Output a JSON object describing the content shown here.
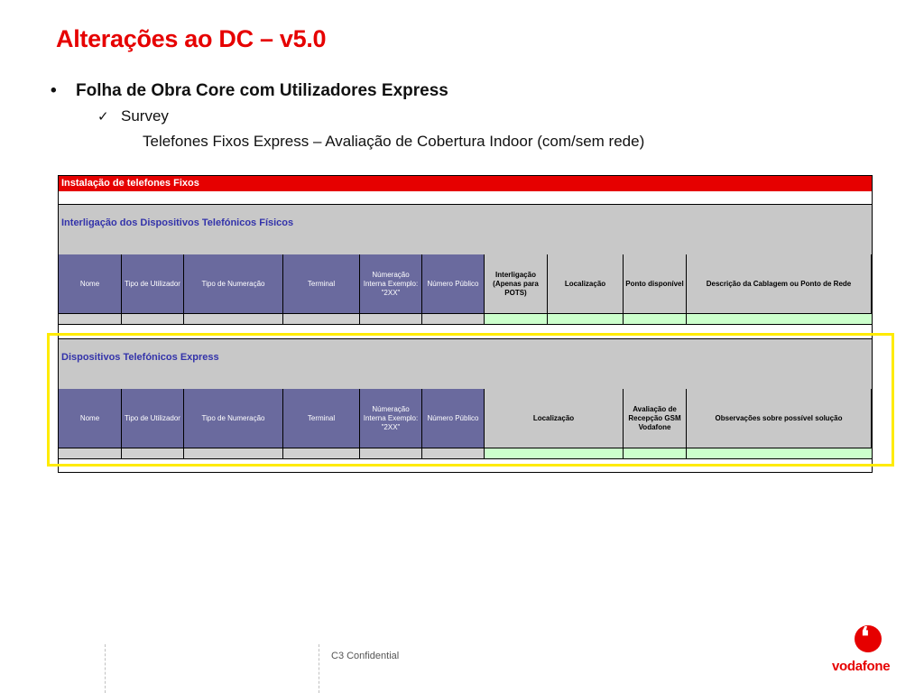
{
  "slide": {
    "title": "Alterações ao DC – v5.0",
    "bullet_symbol": "•",
    "bullet": "Folha de Obra Core com Utilizadores Express",
    "sub_check": "✓",
    "sub_bullet": "Survey",
    "sub_text": "Telefones Fixos Express – Avaliação de Cobertura Indoor (com/sem rede)"
  },
  "sheet": {
    "header": "Instalação de telefones Fixos",
    "section1": {
      "title": "Interligação dos Dispositivos Telefónicos Físicos",
      "columns": [
        "Nome",
        "Tipo de Utilizador",
        "Tipo de Numeração",
        "Terminal",
        "Númeração Interna Exemplo: \"2XX\"",
        "Número Público",
        "Interligação (Apenas para POTS)",
        "Localização",
        "Ponto disponível",
        "Descrição da Cablagem ou Ponto de Rede"
      ]
    },
    "section2": {
      "title": "Dispositivos Telefónicos Express",
      "columns": [
        "Nome",
        "Tipo de Utilizador",
        "Tipo de Numeração",
        "Terminal",
        "Númeração Interna Exemplo: \"2XX\"",
        "Número Público",
        "Localização",
        "Avaliação de Recepção GSM Vodafone",
        "Observações sobre possível solução"
      ]
    }
  },
  "footer": {
    "confidential": "C3 Confidential",
    "logo_text": "vodafone"
  },
  "colors": {
    "accent_red": "#e60000",
    "header_blue": "#6a6a9e",
    "highlight_yellow": "#ffeb00",
    "input_green": "#ccffcc"
  }
}
